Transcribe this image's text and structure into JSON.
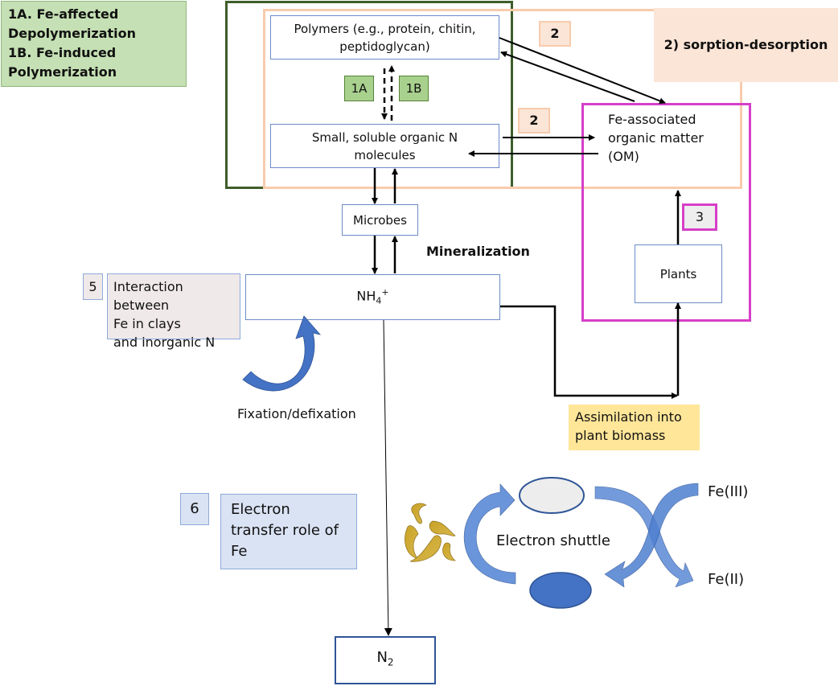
{
  "legend": {
    "line1": "1A. Fe-affected",
    "line2": "Depolymerization",
    "line3": "1B. Fe-induced",
    "line4": "Polymerization"
  },
  "nodes": {
    "polymers_l1": "Polymers (e.g., protein, chitin,",
    "polymers_l2": "peptidoglycan)",
    "small_l1": "Small, soluble organic N",
    "small_l2": "molecules",
    "microbes": "Microbes",
    "nh4_base": "NH",
    "nh4_sub": "4",
    "nh4_sup": "+",
    "fe_om_l1": "Fe-associated",
    "fe_om_l2": "organic matter",
    "fe_om_l3": "(OM)",
    "plants": "Plants",
    "n2_base": "N",
    "n2_sub": "2"
  },
  "badges": {
    "b1a": "1A",
    "b1b": "1B",
    "b2_top": "2",
    "b2_mid": "2",
    "b3": "3",
    "b5": "5",
    "b6": "6"
  },
  "labels": {
    "sorption": "2) sorption-desorption",
    "mineralization": "Mineralization",
    "interaction_l1": "Interaction between",
    "interaction_l2": "Fe in clays",
    "interaction_l3": "and inorganic N",
    "fixation": "Fixation/defixation",
    "assimilation_l1": "Assimilation into",
    "assimilation_l2": "plant biomass",
    "electron_l1": "Electron",
    "electron_l2": "transfer role of",
    "electron_l3": "Fe",
    "shuttle": "Electron shuttle",
    "fe3": "Fe(III)",
    "fe2": "Fe(II)"
  },
  "colors": {
    "green_fill": "#c5e0b4",
    "green_border": "#3d5e2a",
    "peach_fill": "#fbe5d6",
    "peach_border": "#f8cbad",
    "magenta": "#d63fc8",
    "node_border": "#6b8cc7",
    "yellow_fill": "#ffe699",
    "blue_arrow": "#4472c4",
    "grey_fill": "#f0e9ea",
    "lightblue_fill": "#dae3f3"
  }
}
